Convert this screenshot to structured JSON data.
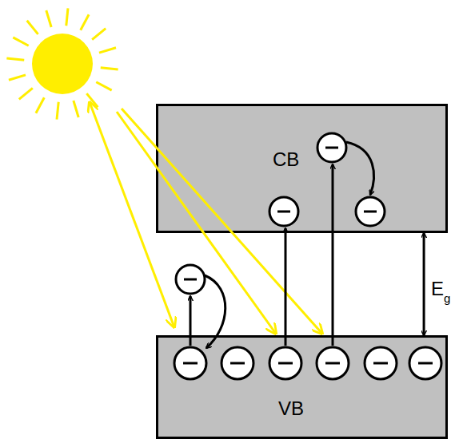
{
  "diagram": {
    "nodes": [
      {
        "text": [
          "CB"
        ]
      },
      {
        "text": [
          "VB"
        ]
      }
    ],
    "edges": [
      {
        "from": 0,
        "to": 1,
        "arrow": "both"
      }
    ],
    "labels": [
      "E",
      "g"
    ]
  }
}
